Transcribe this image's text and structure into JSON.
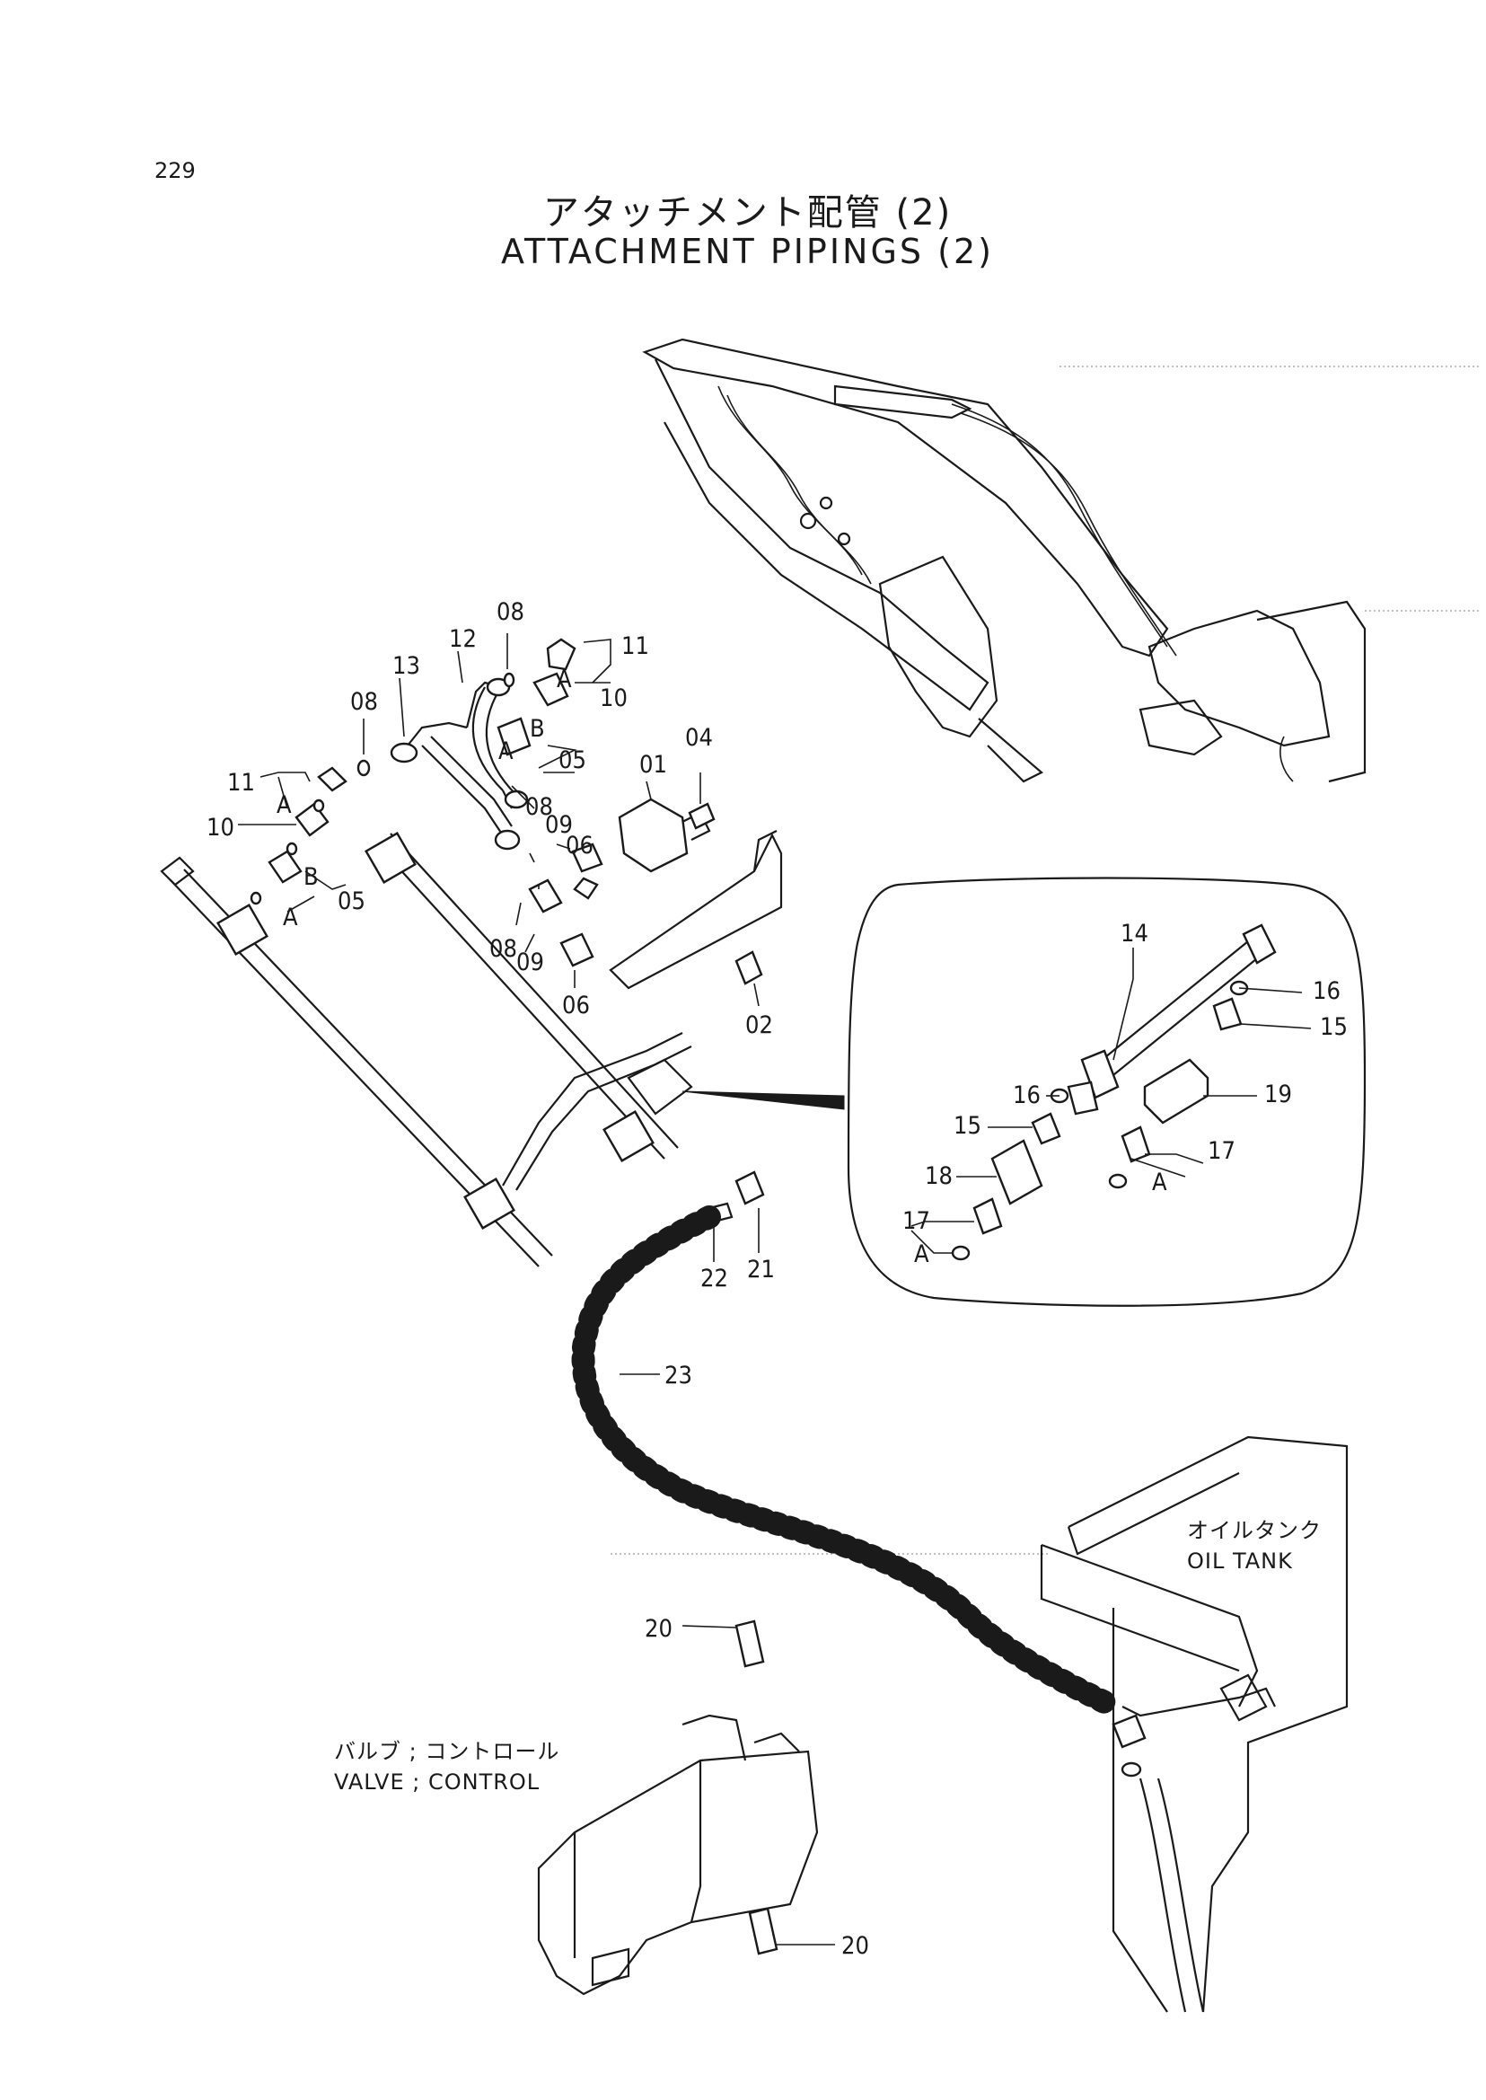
{
  "page_number": "229",
  "title_jp": "アタッチメント配管 (2)",
  "title_en": "ATTACHMENT PIPINGS (2)",
  "callouts": {
    "c08a": "08",
    "c12": "12",
    "c13": "13",
    "c11a": "11",
    "cAa": "A",
    "c10a": "10",
    "cBa": "B",
    "cAb": "A",
    "c05a": "05",
    "c08b": "08",
    "c01": "01",
    "c04": "04",
    "c11b": "11",
    "cAc": "A",
    "c10b": "10",
    "cBb": "B",
    "cAd": "A",
    "c05b": "05",
    "c08c": "08",
    "c09a": "09",
    "c06a": "06",
    "c08d": "08",
    "c09b": "09",
    "c06b": "06",
    "c02": "02",
    "c14": "14",
    "c16a": "16",
    "c15a": "15",
    "c16b": "16",
    "c19": "19",
    "c15b": "15",
    "c18": "18",
    "c17a": "17",
    "cAe": "A",
    "c17b": "17",
    "cAf": "A",
    "c21": "21",
    "c22": "22",
    "c23": "23",
    "c20a": "20",
    "c20b": "20"
  },
  "labels": {
    "oil_tank_jp": "オイルタンク",
    "oil_tank_en": "OIL TANK",
    "valve_jp": "バルブ ; コントロール",
    "valve_en": "VALVE ; CONTROL"
  }
}
